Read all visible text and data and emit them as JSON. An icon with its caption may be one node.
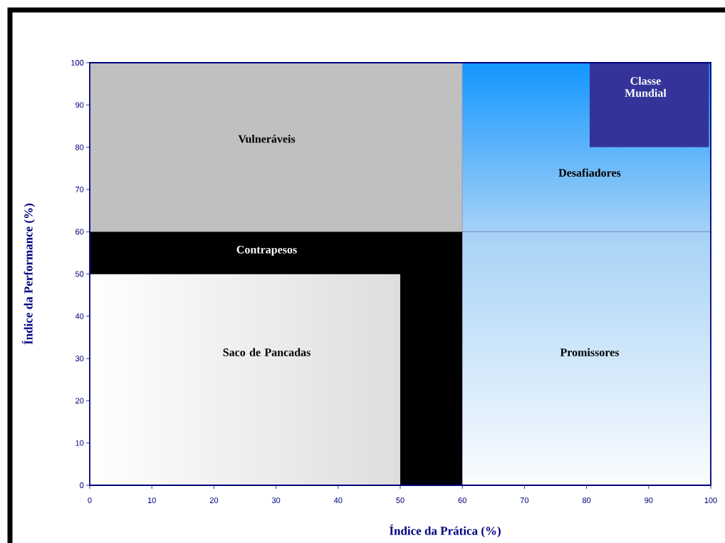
{
  "diagram": {
    "nodes": [
      {
        "text": [
          "Vulneráveis"
        ]
      },
      {
        "text": [
          "Desafiadores"
        ]
      },
      {
        "text": [
          "Classe Mundial"
        ],
        "in": 1
      },
      {
        "text": [
          "Contrapesos"
        ]
      },
      {
        "text": [
          "Saco de Pancadas"
        ],
        "in": 3
      },
      {
        "text": [
          "Promissores"
        ]
      }
    ],
    "edges": [],
    "labels": [
      "100",
      "90",
      "80",
      "70",
      "60",
      "50",
      "40",
      "30",
      "20",
      "10",
      "0",
      "Índice da Performance (%)",
      "0",
      "10",
      "20",
      "30",
      "40",
      "50",
      "60",
      "70",
      "80",
      "90",
      "100",
      "Índice da Prática (%)"
    ]
  }
}
